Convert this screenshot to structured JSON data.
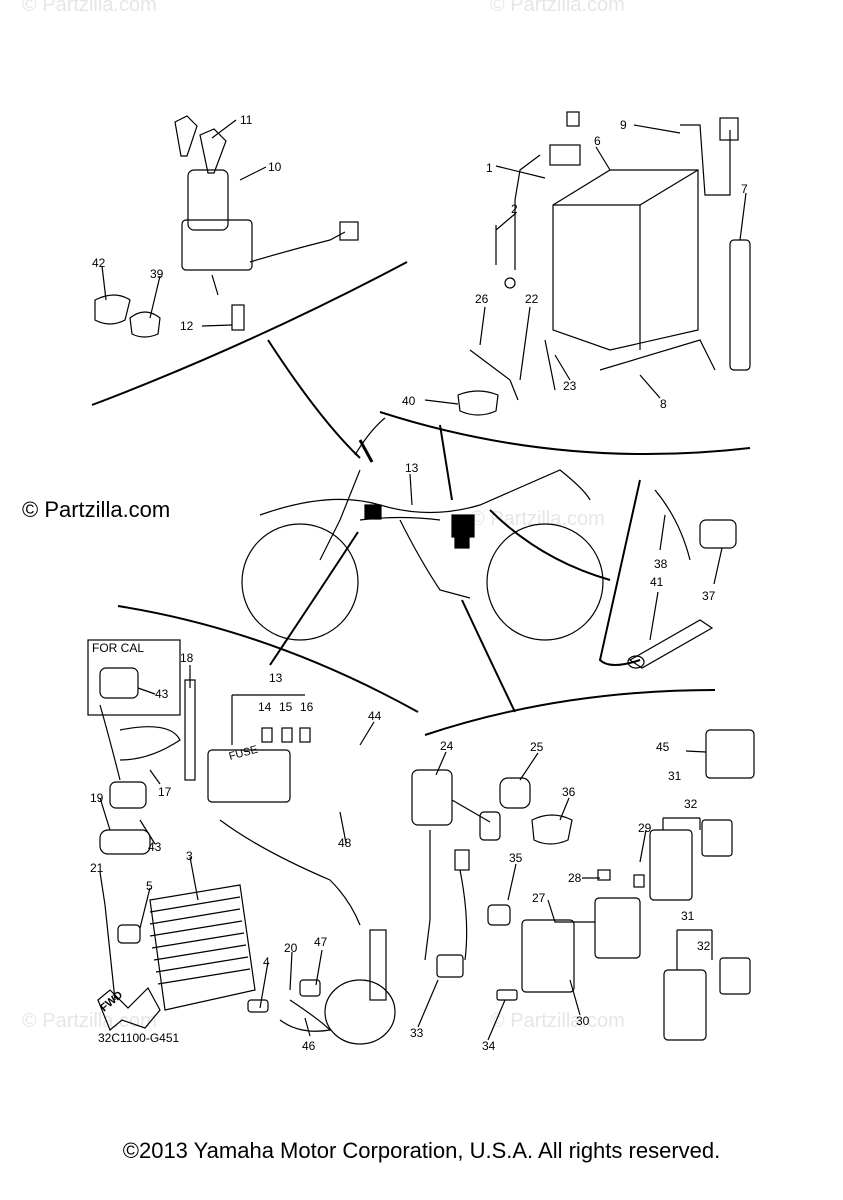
{
  "watermarks": [
    "© Partzilla.com",
    "© Partzilla.com",
    "© Partzilla.com",
    "© Partzilla.com",
    "© Partzilla.com"
  ],
  "site_credit": "© Partzilla.com",
  "copyright": "©2013 Yamaha Motor Corporation, U.S.A. All rights reserved.",
  "diagram_code": "32C1100-G451",
  "for_cal_label": "FOR CAL",
  "fuse_label": "FUSE",
  "fwd_label": "FWD",
  "part_numbers": {
    "p1": "1",
    "p2": "2",
    "p4": "4",
    "p5": "5",
    "p3": "3",
    "p6": "6",
    "p7": "7",
    "p8": "8",
    "p9": "9",
    "p10": "10",
    "p11": "11",
    "p12": "12",
    "p13a": "13",
    "p13b": "13",
    "p14": "14",
    "p15": "15",
    "p16": "16",
    "p17": "17",
    "p18": "18",
    "p19": "19",
    "p20": "20",
    "p21": "21",
    "p22": "22",
    "p23": "23",
    "p24": "24",
    "p25": "25",
    "p26": "26",
    "p27": "27",
    "p28": "28",
    "p29": "29",
    "p30": "30",
    "p31a": "31",
    "p31b": "31",
    "p32a": "32",
    "p32b": "32",
    "p33": "33",
    "p34": "34",
    "p35": "35",
    "p36": "36",
    "p37": "37",
    "p38": "38",
    "p39": "39",
    "p40": "40",
    "p41": "41",
    "p42": "42",
    "p43a": "43",
    "p43b": "43",
    "p44": "44",
    "p45": "45",
    "p46": "46",
    "p47": "47",
    "p48": "48"
  }
}
